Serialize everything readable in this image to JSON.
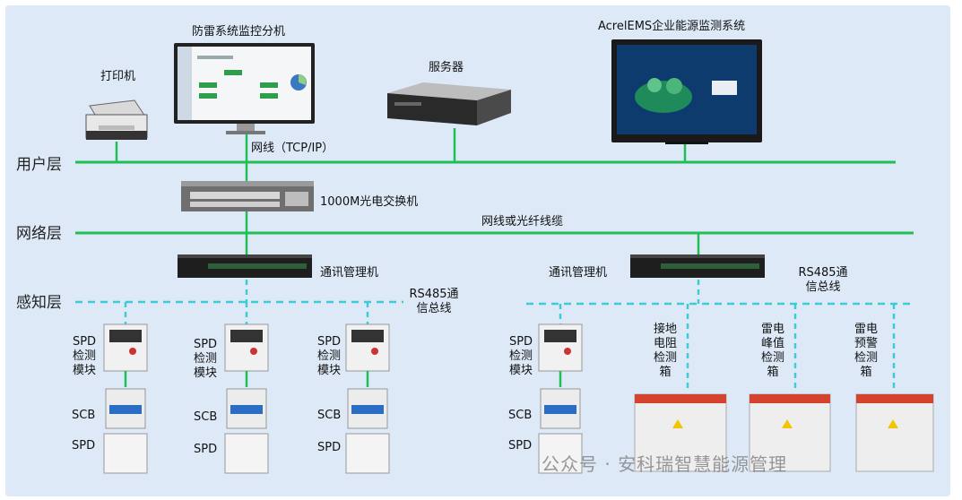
{
  "layers": {
    "user": "用户层",
    "network": "网络层",
    "perception": "感知层"
  },
  "devices": {
    "printer": "打印机",
    "monitor_pc": "防雷系统监控分机",
    "server": "服务器",
    "ems": "AcrelEMS企业能源监测系统",
    "switch": "1000M光电交换机",
    "comm_mgr": "通讯管理机"
  },
  "links": {
    "tcpip": "网线（TCP/IP）",
    "fiber": "网线或光纤线缆",
    "rs485": "RS485通\n信总线"
  },
  "modules": {
    "spd_module": "SPD\n检测\n模块",
    "scb": "SCB",
    "spd": "SPD"
  },
  "boxes": {
    "ground": "接地\n电阻\n检测\n箱",
    "peak": "雷电\n峰值\n检测\n箱",
    "warning": "雷电\n预警\n检测\n箱"
  },
  "watermark": "公众号 · 安科瑞智慧能源管理",
  "colors": {
    "bus": "#1fbf54",
    "rs485": "#3dcbd6",
    "panel": "#dde9f7"
  }
}
